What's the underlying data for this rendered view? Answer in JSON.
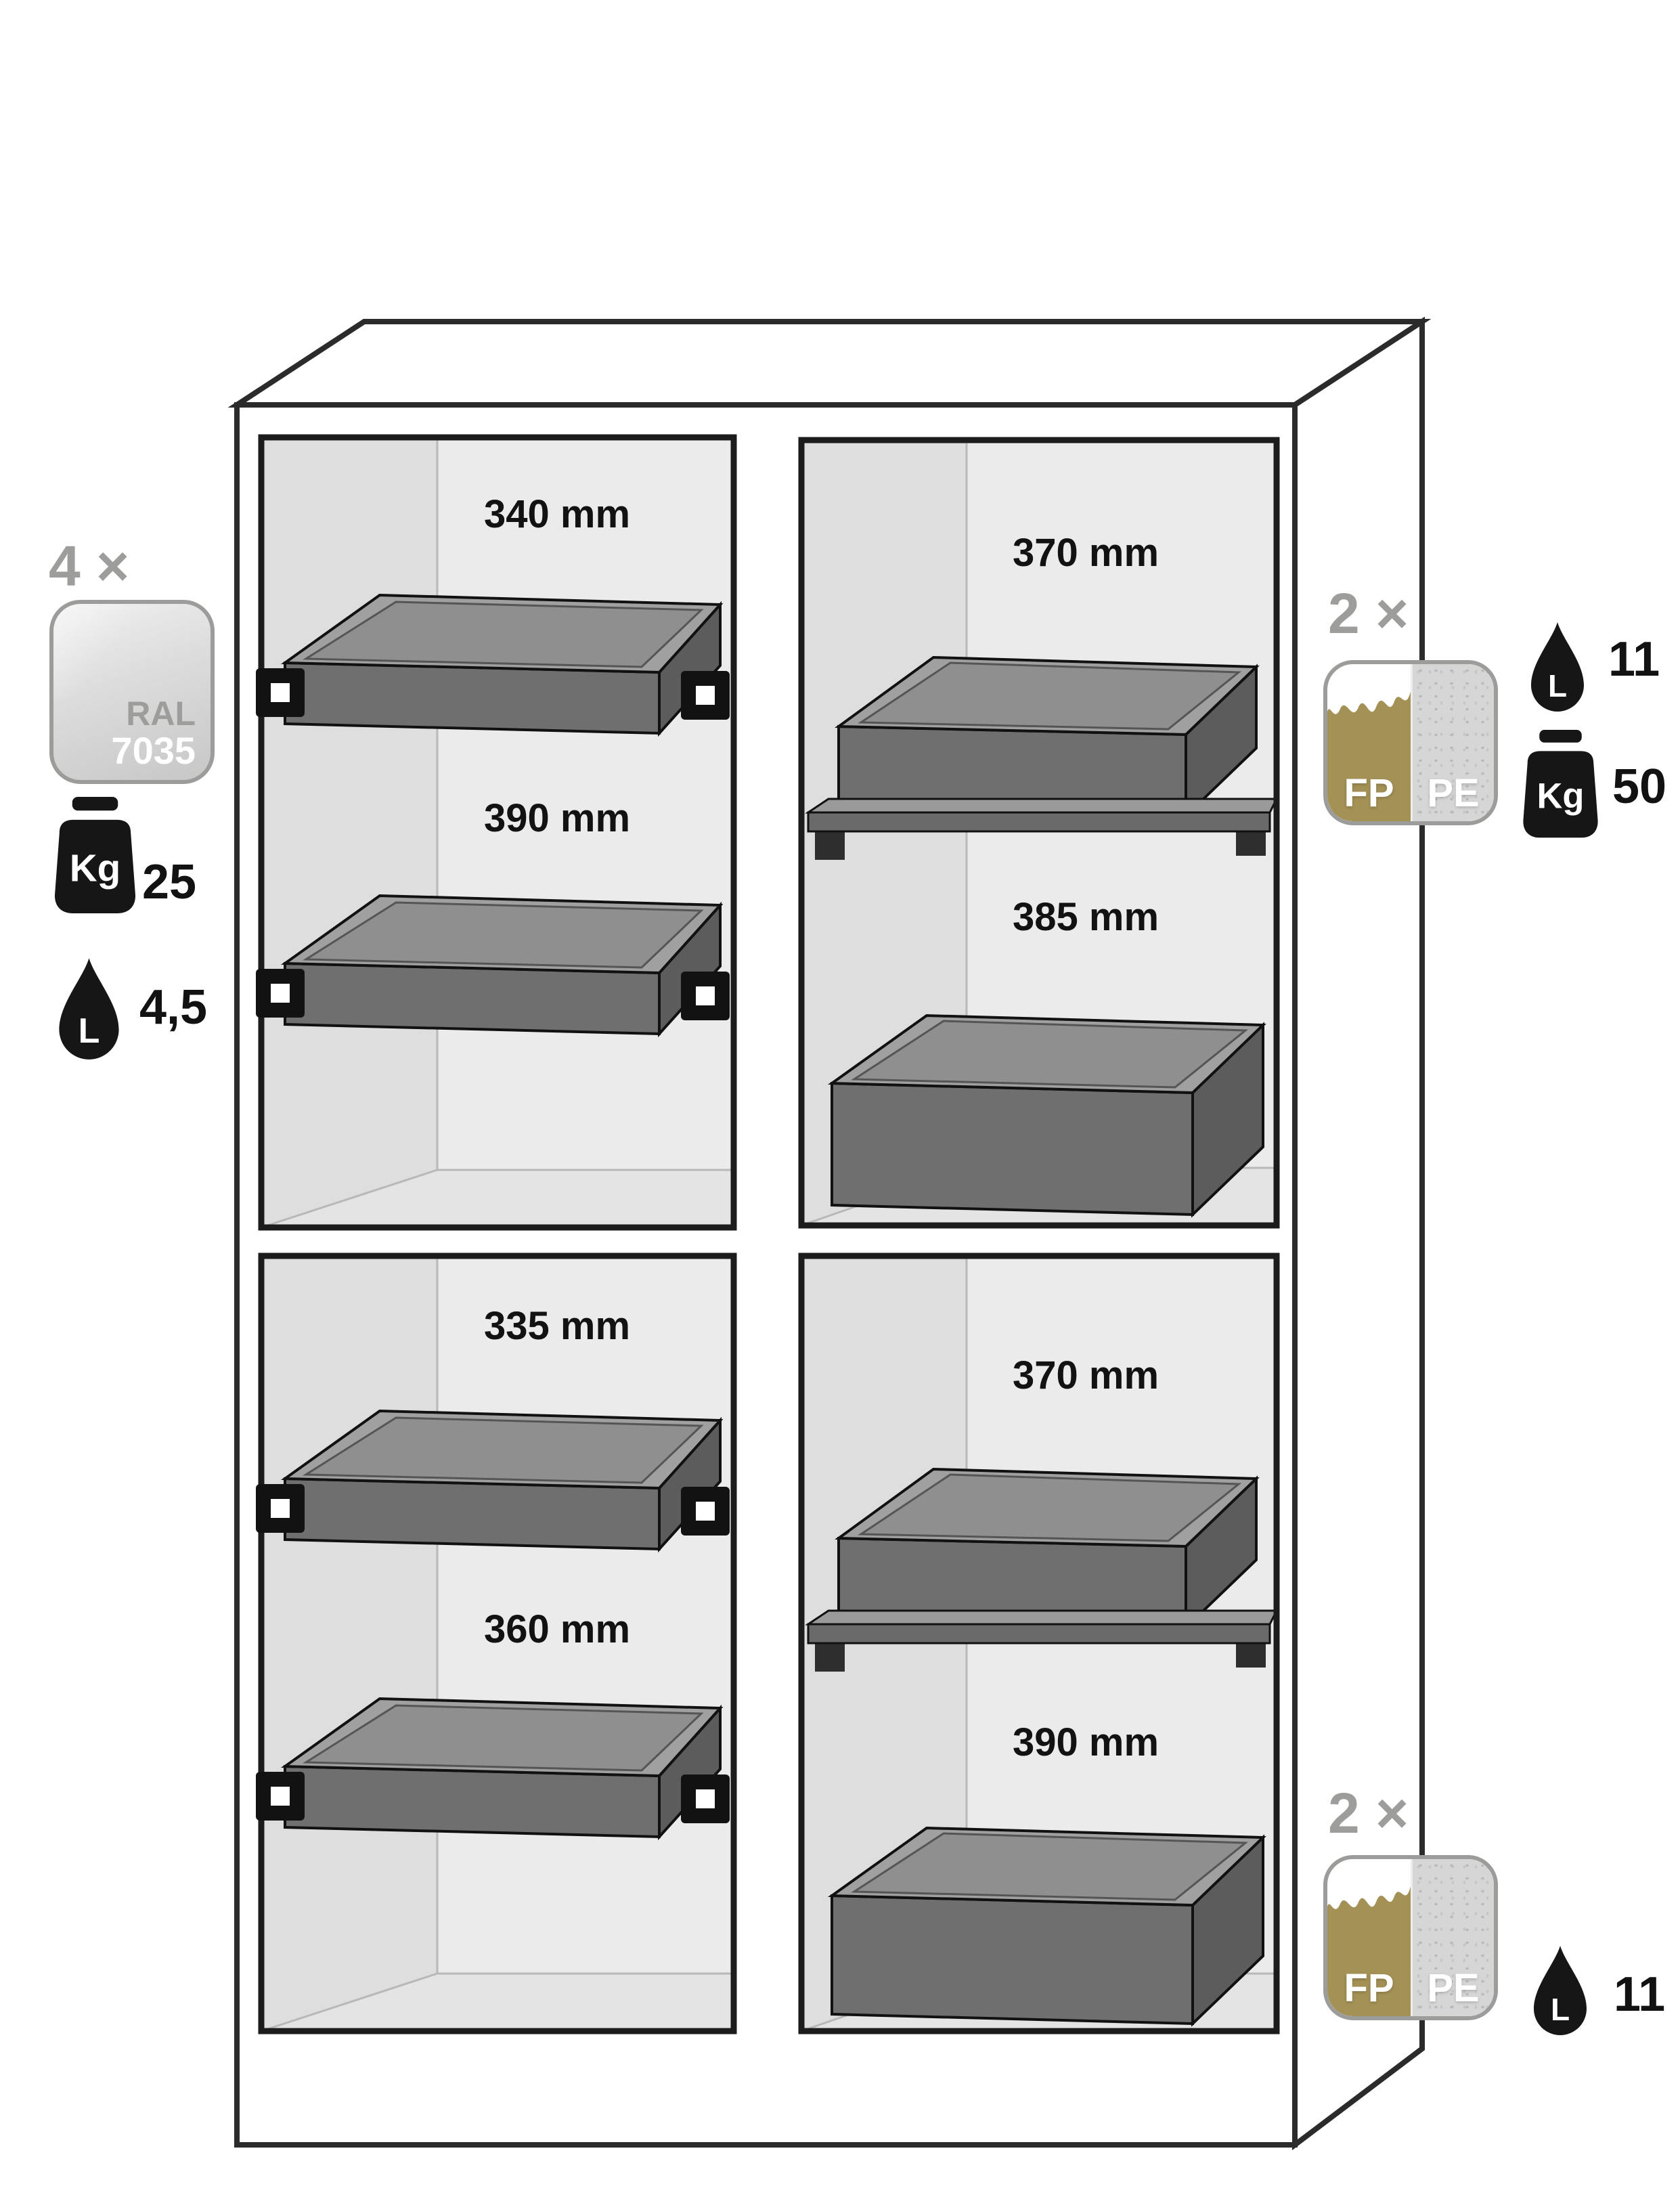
{
  "page": {
    "background": "#ffffff"
  },
  "colors": {
    "accent_gray": "#9d9d9c",
    "ink": "#121212",
    "tray_gray": "#a0a0a0",
    "olive": "#a39155",
    "ral_code_color": "#ffffff"
  },
  "cabinet": {
    "compartments": [
      {
        "id": "top-left",
        "labels": [
          "340 mm",
          "390 mm"
        ]
      },
      {
        "id": "top-right",
        "labels": [
          "370 mm",
          "385 mm"
        ]
      },
      {
        "id": "bottom-left",
        "labels": [
          "335 mm",
          "360 mm"
        ]
      },
      {
        "id": "bottom-right",
        "labels": [
          "370 mm",
          "390 mm"
        ]
      }
    ]
  },
  "annotations": {
    "left": {
      "quantity": "4 ×",
      "swatch": {
        "name": "RAL",
        "code": "7035"
      },
      "weight": {
        "unit": "Kg",
        "value": "25"
      },
      "volume": {
        "unit": "L",
        "value": "4,5"
      }
    },
    "right_top": {
      "quantity": "2 ×",
      "material": {
        "left": "FP",
        "right": "PE"
      },
      "volume": {
        "unit": "L",
        "value": "11"
      },
      "weight": {
        "unit": "Kg",
        "value": "50"
      }
    },
    "right_bottom": {
      "quantity": "2 ×",
      "material": {
        "left": "FP",
        "right": "PE"
      },
      "volume": {
        "unit": "L",
        "value": "11"
      }
    }
  }
}
